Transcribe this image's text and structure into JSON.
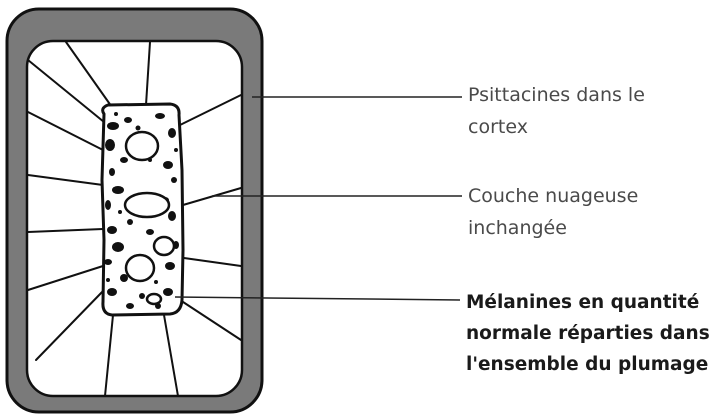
{
  "diagram": {
    "labels": {
      "cortex": {
        "line1": "Psittacines dans le",
        "line2": "cortex"
      },
      "cloud_layer": {
        "line1": "Couche nuageuse",
        "line2": "inchangée"
      },
      "melanin": {
        "line1": "Mélanines en quantité",
        "line2": "normale réparties dans",
        "line3": "l'ensemble du plumage"
      }
    },
    "colors": {
      "cortex_fill": "#7a7a7a",
      "outline": "#111111",
      "leader_line": "#222222",
      "label_text": "#4a4a4a",
      "label_text_bold": "#1a1a1a",
      "medulla_fill": "#ffffff"
    }
  }
}
